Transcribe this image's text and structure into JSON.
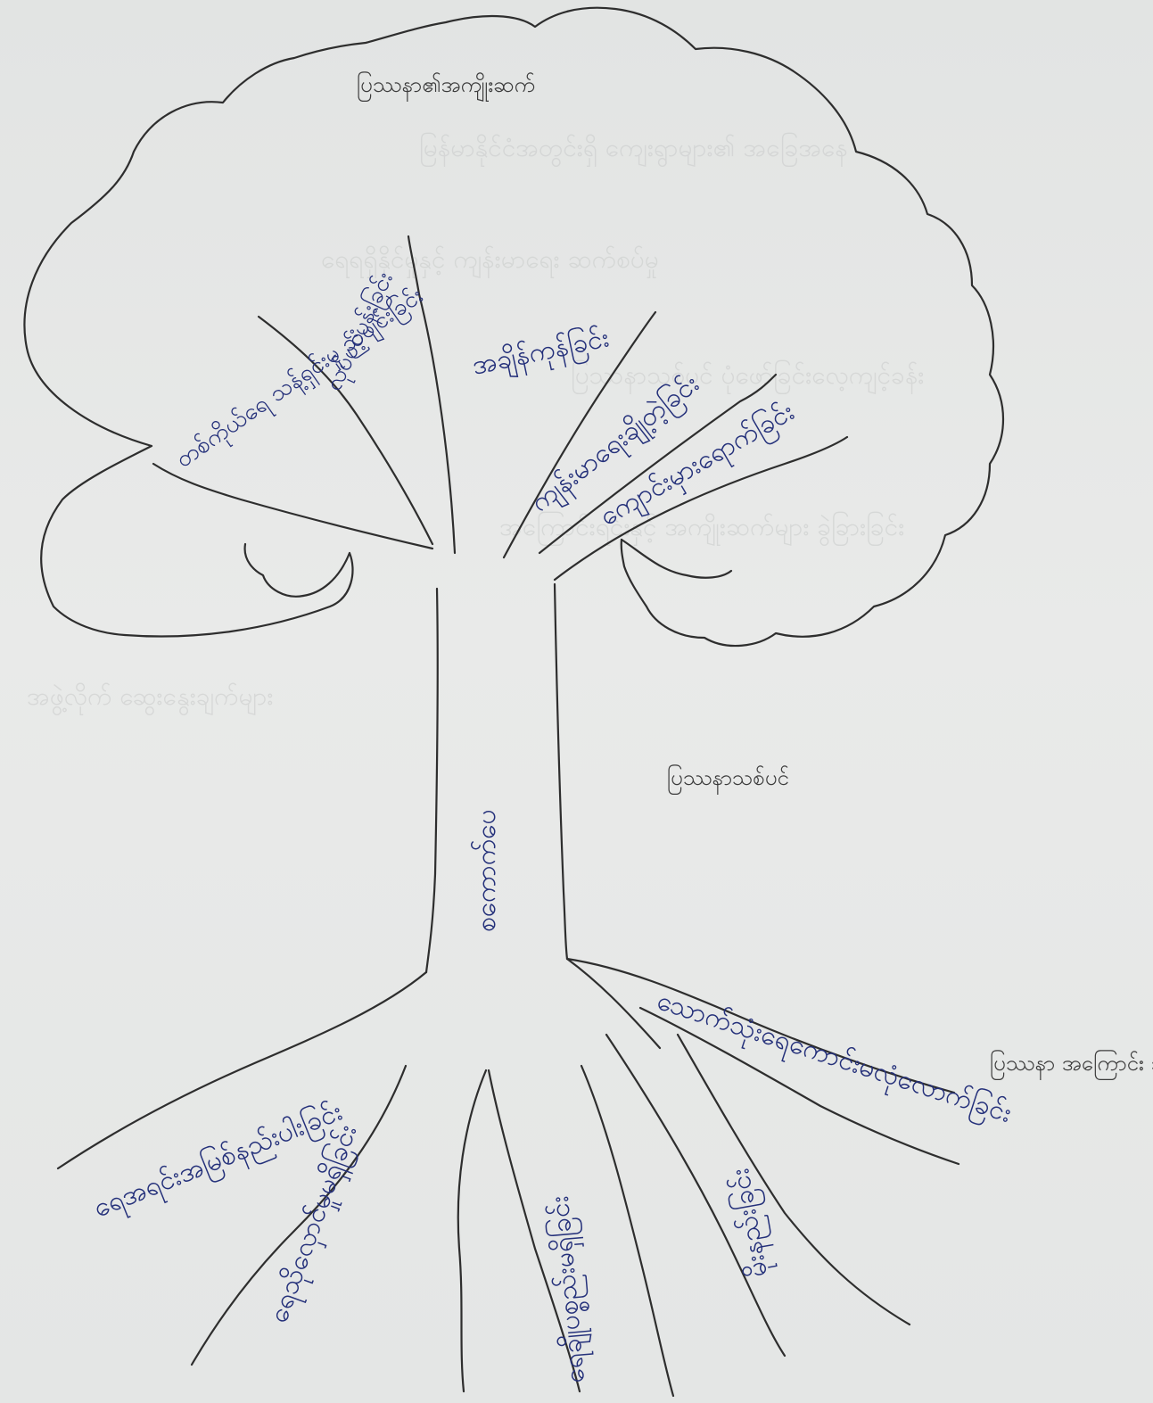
{
  "diagram": {
    "canopy_label": "ပြဿနာ၏အကျိုးဆက်",
    "trunk_label": "စကောက်ပေ",
    "trunk_caption": "ပြဿနာသစ်ပင်",
    "roots_caption": "ပြဿနာ အကြောင်း အရင်းအမြစ်",
    "branches": [
      {
        "text": "တစ်ကိုယ်ရေ သန့်ရှင်းမှု ညံ့ဖျင်းခြင်း"
      },
      {
        "text": "လုပ်ပင်ပန်းခြင်း"
      },
      {
        "text": "အချိန်ကုန်ခြင်း"
      },
      {
        "text": "ကျန်းမာရေးချို့တဲ့ခြင်း"
      },
      {
        "text": "ကျောင်းမှားရောက်ခြင်း"
      }
    ],
    "roots": [
      {
        "text": "ရေအရင်းအမြစ်နည်းပါးခြင်း"
      },
      {
        "text": "ရေသိုလှောင်မှုမရှိခြင်း"
      },
      {
        "text": "ရေချိုပစ္စည်းမရှိခြင်း"
      },
      {
        "text": "မိုးနည်းခြင်း"
      },
      {
        "text": "သောက်သုံးရေကောင်းမလုံလောက်ခြင်း"
      }
    ],
    "background_text": [
      "မြန်မာနိုင်ငံအတွင်းရှိ ကျေးရွာများ၏ အခြေအနေ",
      "ရေရရှိနိုင်မှုနှင့် ကျန်းမာရေး ဆက်စပ်မှု",
      "ပြဿနာသစ်ပင် ပုံဖော်ခြင်းလေ့ကျင့်ခန်း",
      "အကြောင်းရင်းနှင့် အကျိုးဆက်များ ခွဲခြားခြင်း",
      "အဖွဲ့လိုက် ဆွေးနွေးချက်များ"
    ]
  }
}
